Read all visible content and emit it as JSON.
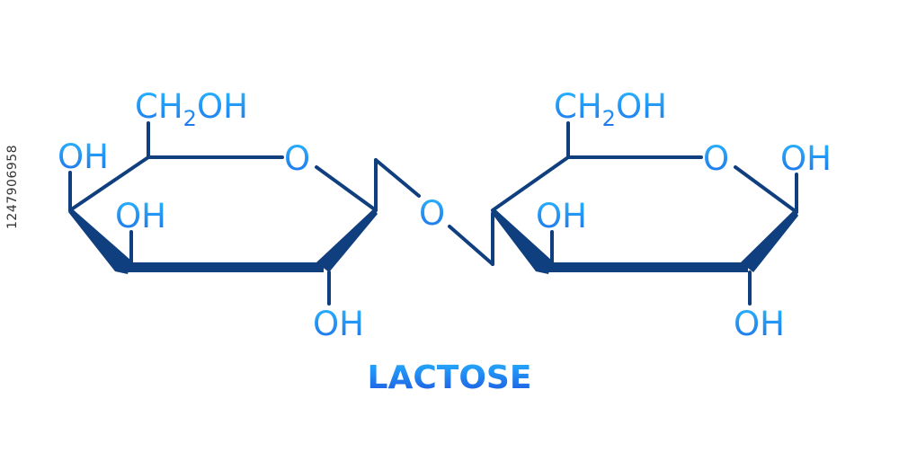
{
  "title": "LACTOSE",
  "stock_id": "1247906958",
  "colors": {
    "bond": "#0f3f7f",
    "label_light": "#1ea8ff",
    "label_dark": "#1e5ee6"
  },
  "ring1": {
    "ch2oh": {
      "ch": "CH",
      "sub": "2",
      "oh": "OH"
    },
    "oh_upper_left": "OH",
    "ring_o": "O",
    "oh_inner": "OH",
    "oh_bottom": "OH"
  },
  "bridge_o": "O",
  "ring2": {
    "ch2oh": {
      "ch": "CH",
      "sub": "2",
      "oh": "OH"
    },
    "ring_o": "O",
    "oh_right": "OH",
    "oh_inner": "OH",
    "oh_bottom": "OH"
  }
}
